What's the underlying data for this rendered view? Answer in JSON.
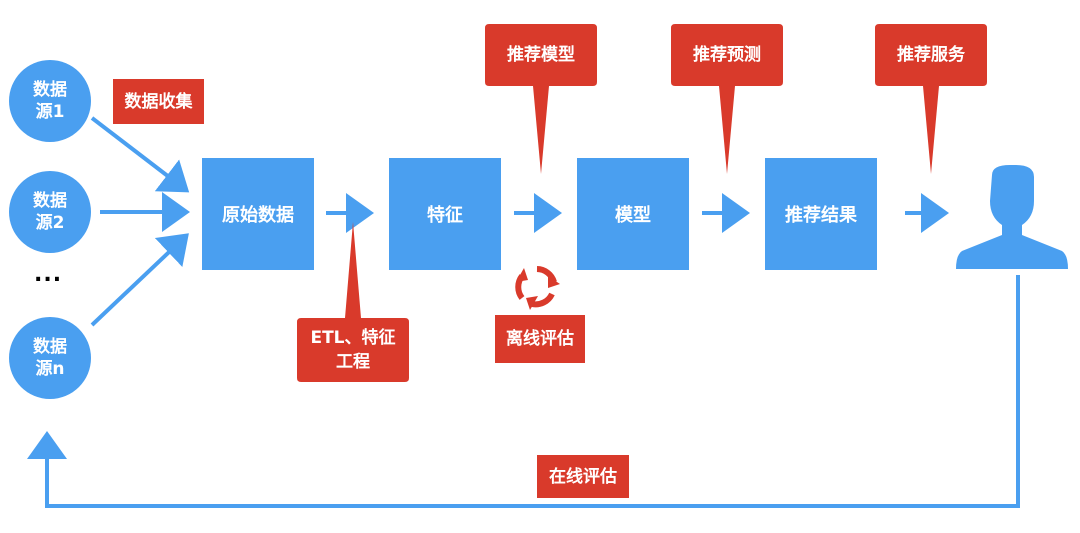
{
  "colors": {
    "blue": "#4a9ff0",
    "red": "#d93a2b"
  },
  "sources": [
    {
      "label": "数据\n源1"
    },
    {
      "label": "数据\n源2"
    },
    {
      "label": "数据\n源n"
    }
  ],
  "ellipsis": "...",
  "stages": {
    "raw": "原始数据",
    "feature": "特征",
    "model": "模型",
    "result": "推荐结果"
  },
  "tags": {
    "collect": "数据收集",
    "etl": "ETL、特征\n工程",
    "offline_eval": "离线评估",
    "rec_model": "推荐模型",
    "rec_predict": "推荐预测",
    "rec_service": "推荐服务",
    "online_eval": "在线评估"
  },
  "icons": {
    "user": "user-icon",
    "cycle": "refresh-cycle-icon"
  }
}
